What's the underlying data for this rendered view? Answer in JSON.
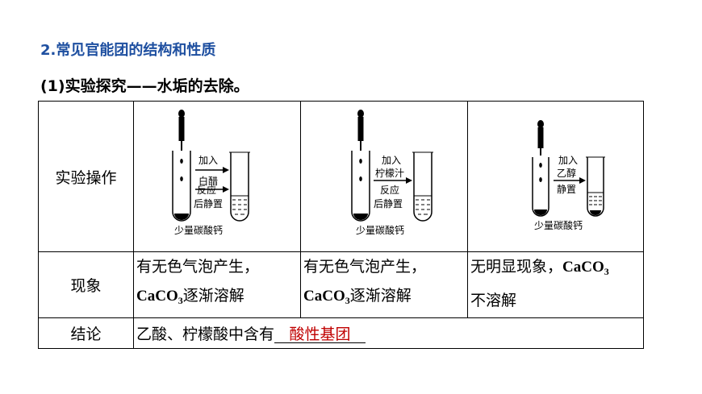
{
  "heading": "2.常见官能团的结构和性质",
  "subheading": "(1)实验探究——水垢的去除。",
  "table": {
    "row_labels": {
      "operation": "实验操作",
      "phenomenon": "现象",
      "conclusion": "结论"
    },
    "experiments": [
      {
        "reagent_lines": [
          "加入",
          "白醋"
        ],
        "process_lines": [
          "反应",
          "后静置"
        ],
        "solid_label": "少量碳酸钙",
        "phenomenon_line1": "有无色气泡产生，",
        "phenomenon_chem": "CaCO",
        "phenomenon_sub": "3",
        "phenomenon_rest": "逐渐溶解"
      },
      {
        "reagent_lines": [
          "加入",
          "柠檬汁"
        ],
        "process_lines": [
          "反应",
          "后静置"
        ],
        "solid_label": "少量碳酸钙",
        "phenomenon_line1": "有无色气泡产生，",
        "phenomenon_chem": "CaCO",
        "phenomenon_sub": "3",
        "phenomenon_rest": "逐渐溶解"
      },
      {
        "reagent_lines": [
          "加入",
          "乙醇"
        ],
        "process_lines": [
          "静置"
        ],
        "solid_label": "少量碳酸钙",
        "phenomenon_line1": "无明显现象，",
        "phenomenon_chem": "CaCO",
        "phenomenon_sub": "3",
        "phenomenon_rest": "不溶解"
      }
    ],
    "conclusion_text": "乙酸、柠檬酸中含有",
    "conclusion_answer": "酸性基团"
  }
}
